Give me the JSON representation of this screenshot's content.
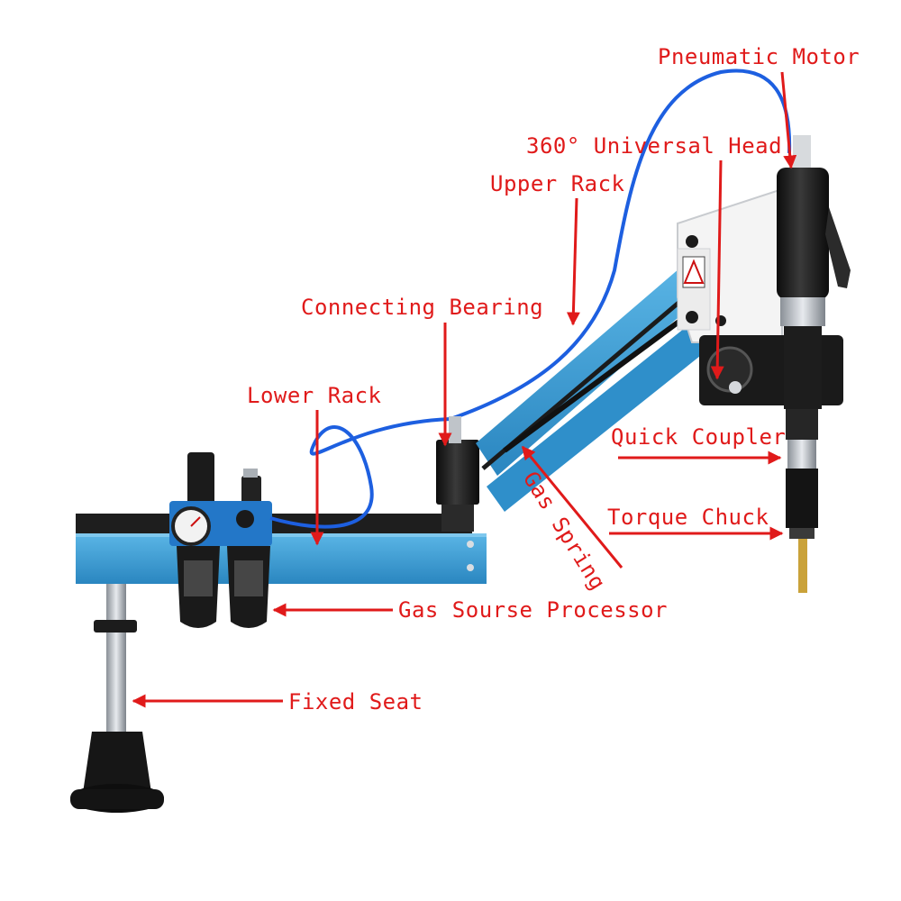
{
  "labels": {
    "pneumatic_motor": "Pneumatic Motor",
    "universal_head": "360° Universal Head",
    "upper_rack": "Upper Rack",
    "connecting_bearing": "Connecting Bearing",
    "lower_rack": "Lower Rack",
    "quick_coupler": "Quick Coupler",
    "gas_spring": "Gas Spring",
    "torque_chuck": "Torque Chuck",
    "gas_source_processor": "Gas Sourse Processor",
    "fixed_seat": "Fixed Seat"
  },
  "colors": {
    "label_red": "#e01a1a",
    "arm_blue": "#3aa0d8",
    "arm_blue_dark": "#1f79b0",
    "hose_blue": "#1460e0",
    "body_black": "#1a1a1a",
    "steel": "#b9bec4"
  }
}
